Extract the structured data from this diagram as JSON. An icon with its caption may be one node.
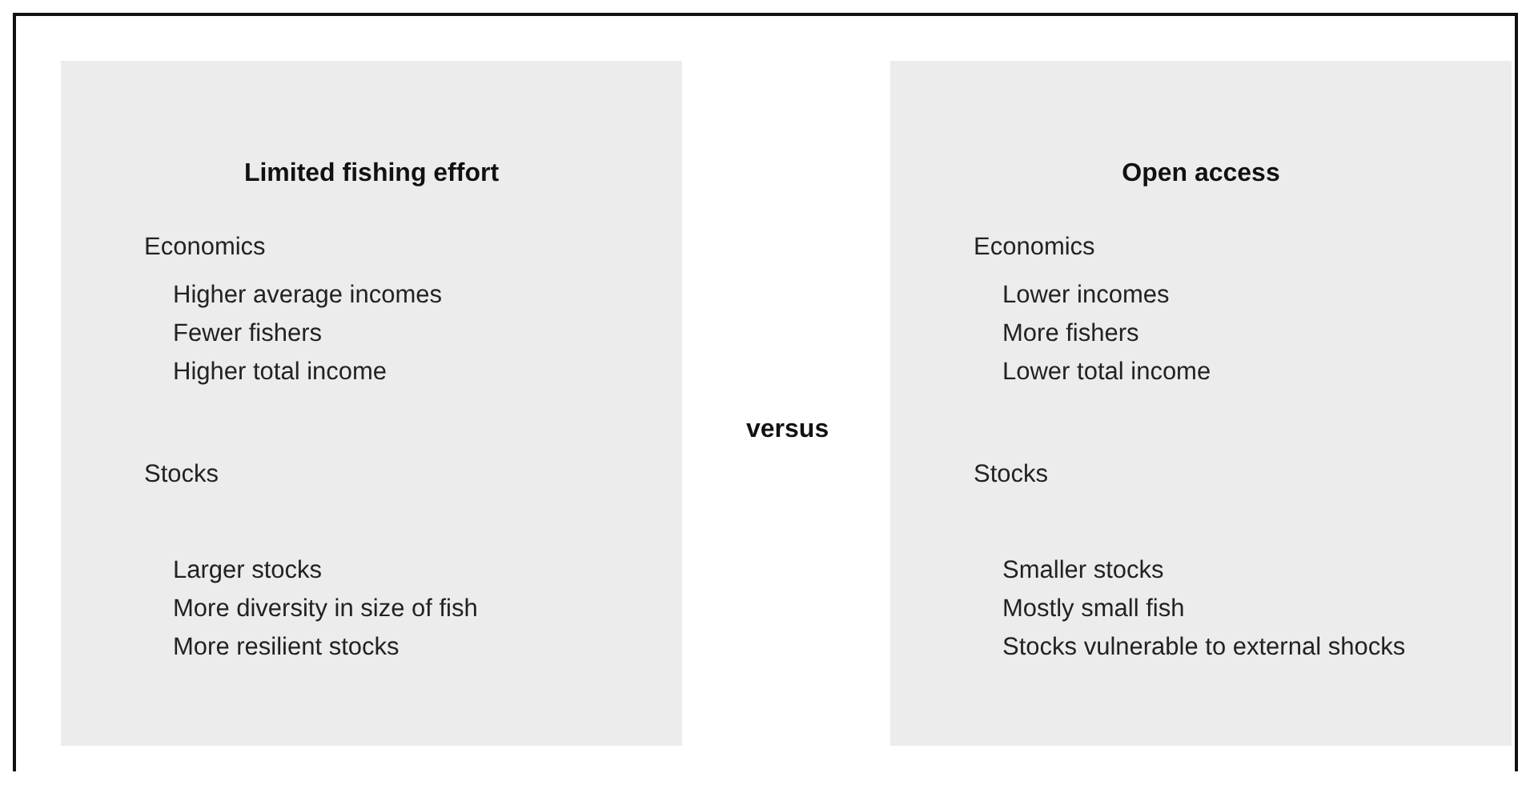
{
  "diagram": {
    "nodes": [
      {
        "text": [
          "Limited fishing effort",
          "Economics",
          "Higher average incomes",
          "Fewer fishers",
          "Higher total income",
          "Stocks",
          "Larger stocks",
          "More diversity in size of fish",
          "More resilient stocks"
        ]
      },
      {
        "text": [
          "Open access",
          "Economics",
          "Lower incomes",
          "More fishers",
          "Lower total income",
          "Stocks",
          "Smaller stocks",
          "Mostly small fish",
          "Stocks vulnerable to external shocks"
        ]
      }
    ],
    "labels": [
      "versus"
    ]
  }
}
